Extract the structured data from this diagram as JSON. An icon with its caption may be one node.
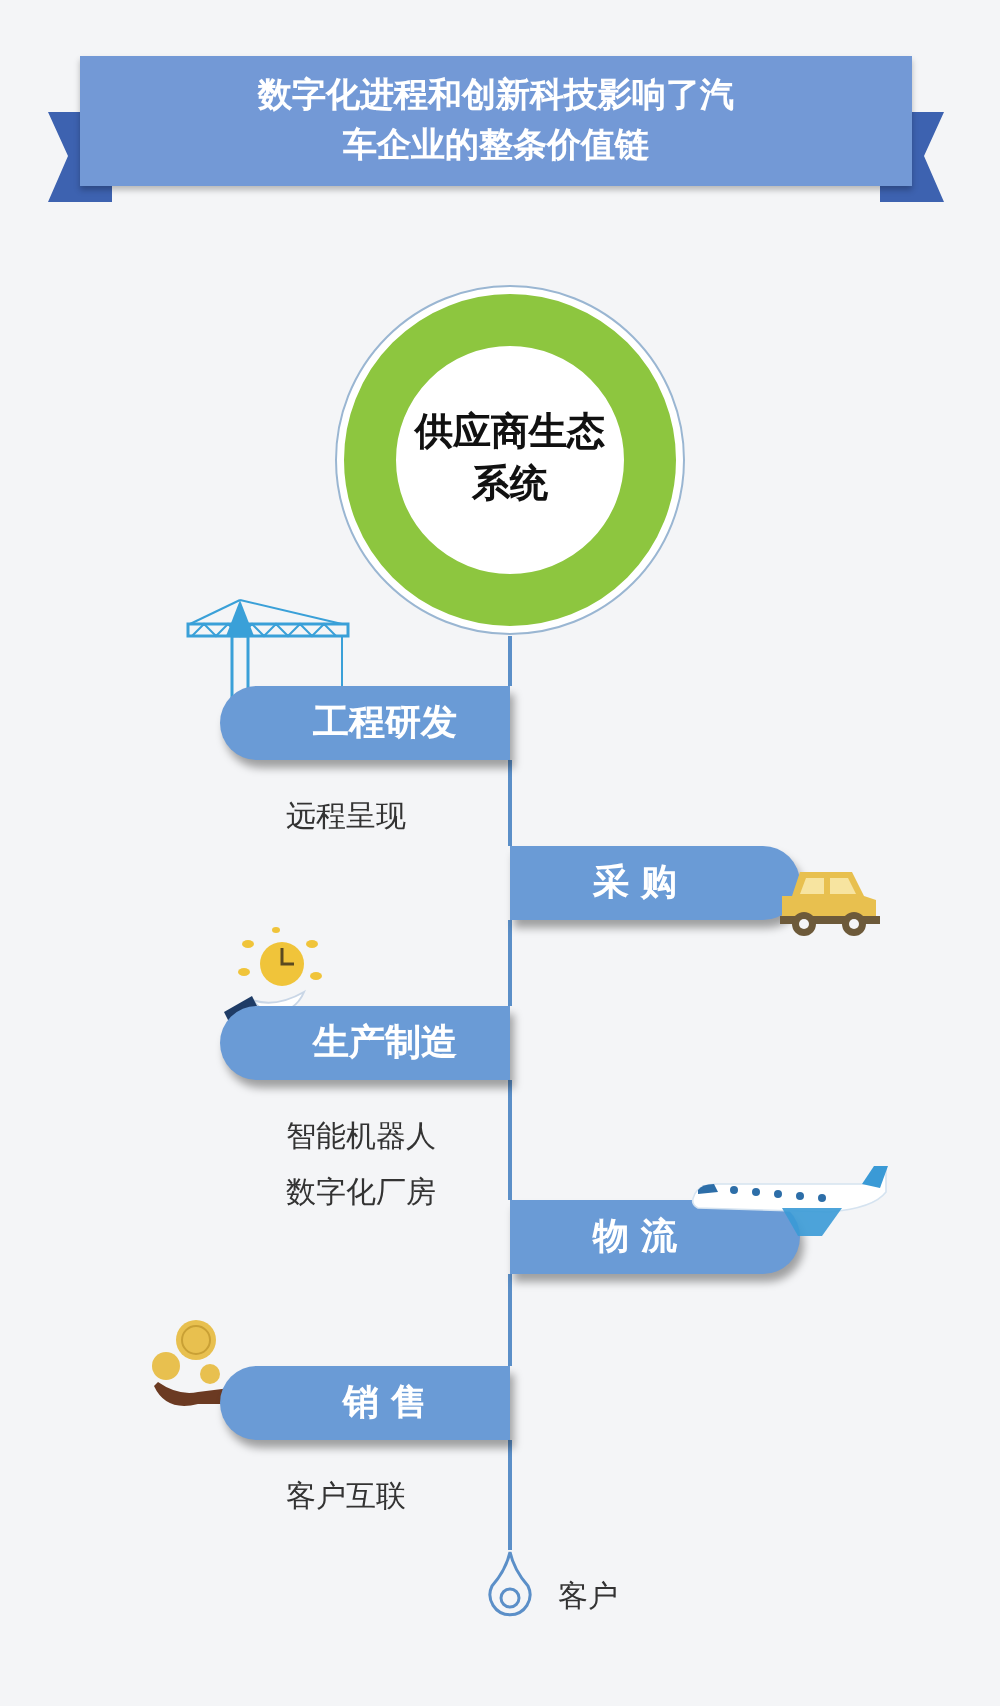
{
  "diagram": {
    "title": "数字化进程和创新科技影响了汽车企业的整条价值链",
    "nodes": [
      {
        "text": [
          "供应商生态系统"
        ]
      },
      {
        "text": [
          "工程研发"
        ],
        "beside": [
          "远程呈现"
        ]
      },
      {
        "text": [
          "采 购"
        ]
      },
      {
        "text": [
          "生产制造"
        ],
        "beside": [
          "智能机器人",
          "数字化厂房"
        ]
      },
      {
        "text": [
          "物 流"
        ]
      },
      {
        "text": [
          "销 售"
        ],
        "beside": [
          "客户互联"
        ]
      },
      {
        "text": [
          "客户"
        ]
      }
    ],
    "edges": [
      {
        "from": 0,
        "to": 1,
        "arrow": "none"
      },
      {
        "from": 1,
        "to": 2,
        "arrow": "none"
      },
      {
        "from": 2,
        "to": 3,
        "arrow": "none"
      },
      {
        "from": 3,
        "to": 4,
        "arrow": "none"
      },
      {
        "from": 4,
        "to": 5,
        "arrow": "none"
      },
      {
        "from": 5,
        "to": 6,
        "arrow": "none"
      }
    ]
  }
}
